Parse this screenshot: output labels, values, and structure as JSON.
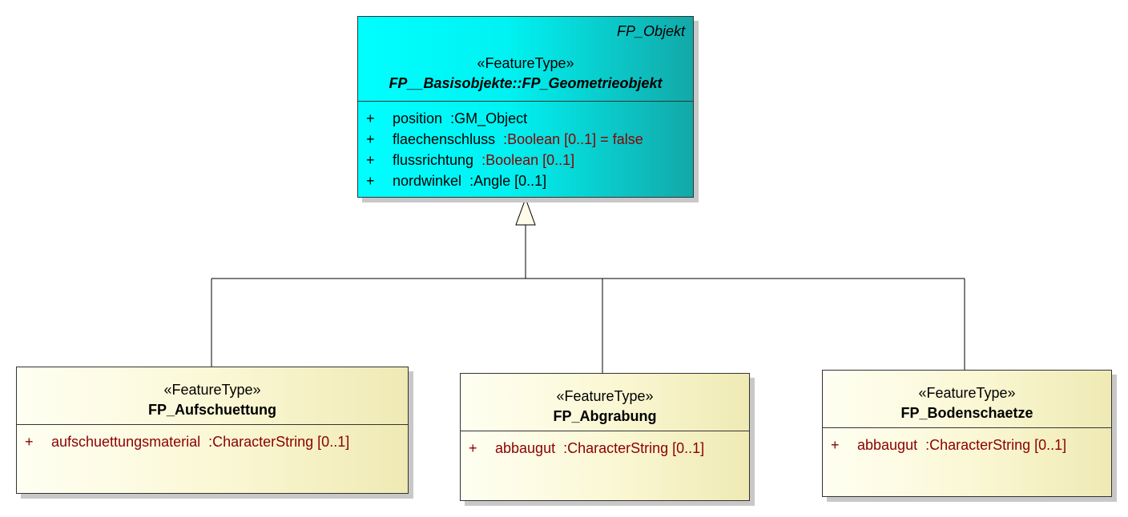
{
  "parent": {
    "package_label": "FP_Objekt",
    "stereotype": "«FeatureType»",
    "name": "FP__Basisobjekte::FP_Geometrieobjekt",
    "attributes": [
      {
        "visibility": "+",
        "name": "position",
        "type": ":GM_Object",
        "type_color": "black"
      },
      {
        "visibility": "+",
        "name": "flaechenschluss",
        "type": ":Boolean [0..1] = false",
        "type_color": "red"
      },
      {
        "visibility": "+",
        "name": "flussrichtung",
        "type": ":Boolean [0..1]",
        "type_color": "red"
      },
      {
        "visibility": "+",
        "name": "nordwinkel",
        "type": ":Angle [0..1]",
        "type_color": "black"
      }
    ]
  },
  "children": [
    {
      "stereotype": "«FeatureType»",
      "name": "FP_Aufschuettung",
      "attributes": [
        {
          "visibility": "+",
          "name": "aufschuettungsmaterial",
          "type": ":CharacterString [0..1]"
        }
      ]
    },
    {
      "stereotype": "«FeatureType»",
      "name": "FP_Abgrabung",
      "attributes": [
        {
          "visibility": "+",
          "name": "abbaugut",
          "type": ":CharacterString [0..1]"
        }
      ]
    },
    {
      "stereotype": "«FeatureType»",
      "name": "FP_Bodenschaetze",
      "attributes": [
        {
          "visibility": "+",
          "name": "abbaugut",
          "type": ":CharacterString [0..1]"
        }
      ]
    }
  ],
  "colors": {
    "parent_fill": "#00ffff",
    "parent_fill_end": "#13a8a8",
    "child_fill": "#fbf8d6",
    "attribute_red": "#8b0000",
    "border": "#333333"
  }
}
